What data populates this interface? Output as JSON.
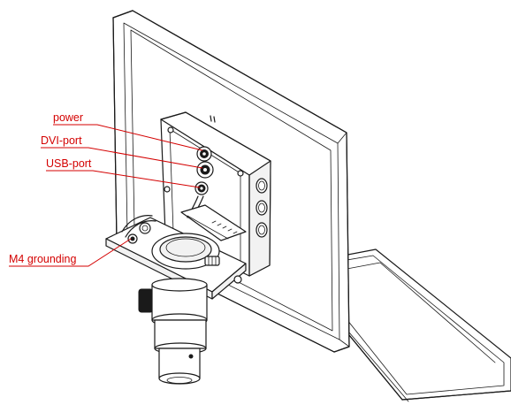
{
  "callouts": [
    {
      "id": "power",
      "label": "power"
    },
    {
      "id": "dvi",
      "label": "DVI-port"
    },
    {
      "id": "usb",
      "label": "USB-port"
    },
    {
      "id": "ground",
      "label": "M4 grounding"
    }
  ],
  "colors": {
    "callout": "#d40000",
    "line": "#1a1a1a",
    "background": "#ffffff"
  }
}
